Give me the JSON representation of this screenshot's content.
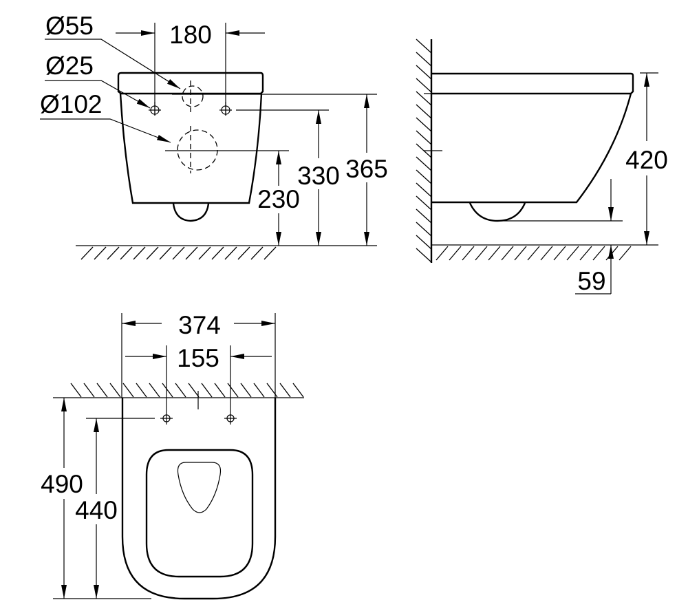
{
  "colors": {
    "line": "#000000",
    "background": "#ffffff"
  },
  "front_view": {
    "dia_55": "Ø55",
    "dia_25": "Ø25",
    "dia_102": "Ø102",
    "width_180": "180",
    "height_230": "230",
    "height_330": "330",
    "height_365": "365"
  },
  "side_view": {
    "height_420": "420",
    "clearance_59": "59"
  },
  "top_view": {
    "width_374": "374",
    "width_155": "155",
    "depth_490": "490",
    "depth_440": "440"
  }
}
